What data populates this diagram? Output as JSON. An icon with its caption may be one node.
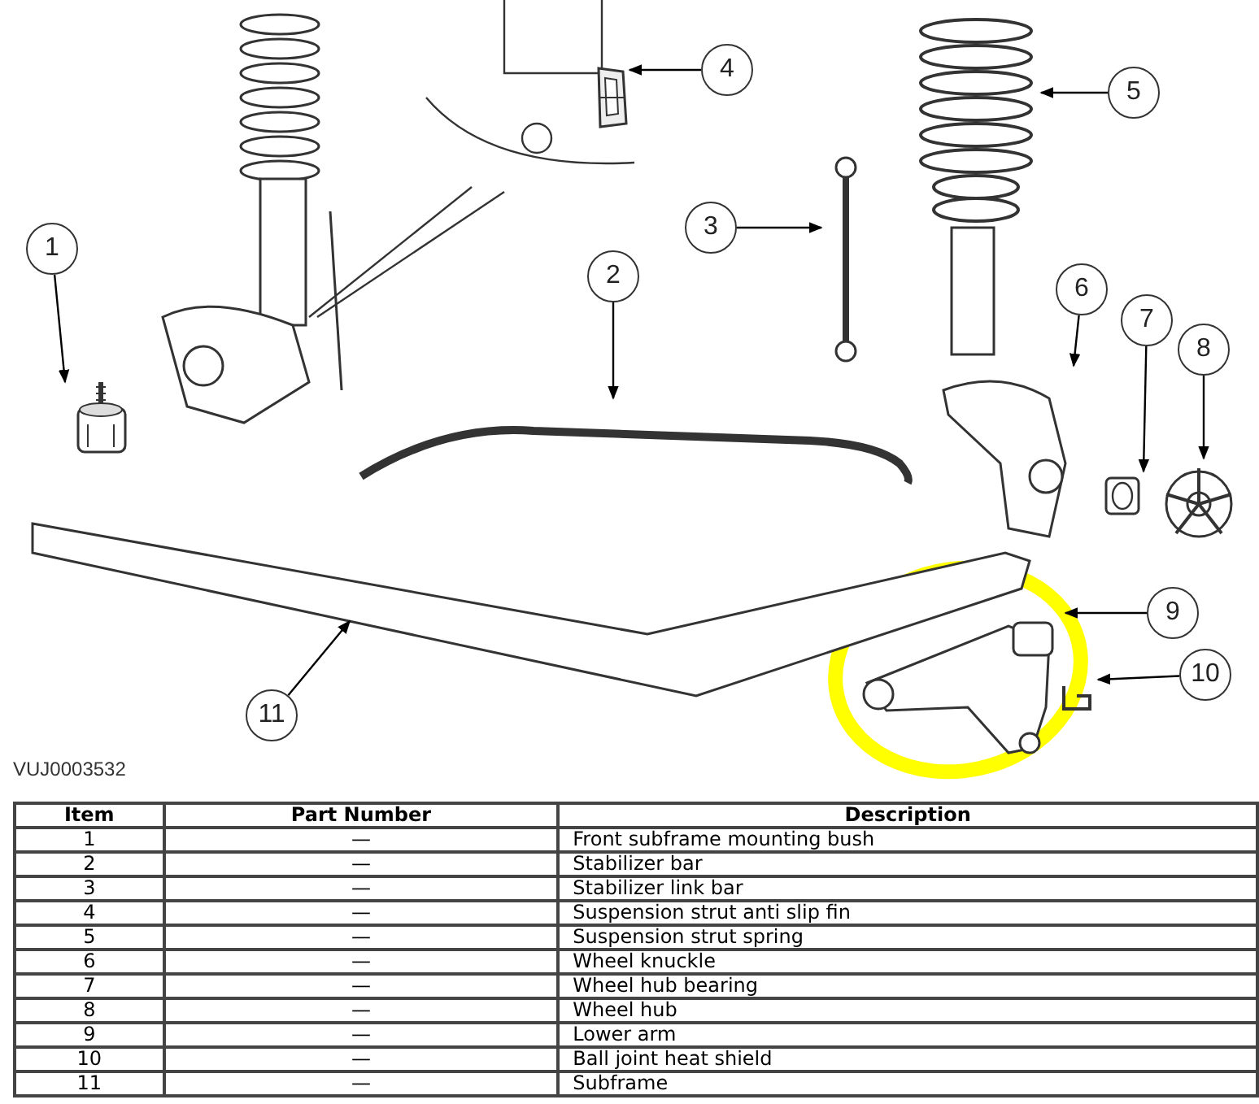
{
  "diagram": {
    "nodes": [
      {
        "text": [
          "1"
        ]
      },
      {
        "text": [
          "2"
        ]
      },
      {
        "text": [
          "3"
        ]
      },
      {
        "text": [
          "4"
        ]
      },
      {
        "text": [
          "5"
        ]
      },
      {
        "text": [
          "6"
        ]
      },
      {
        "text": [
          "7"
        ]
      },
      {
        "text": [
          "8"
        ]
      },
      {
        "text": [
          "9"
        ]
      },
      {
        "text": [
          "10"
        ]
      },
      {
        "text": [
          "11"
        ]
      },
      {
        "text": [],
        "shape": "picture"
      },
      {
        "text": [],
        "shape": "picture"
      },
      {
        "text": [],
        "shape": "picture"
      },
      {
        "text": [],
        "shape": "picture"
      },
      {
        "text": [],
        "shape": "picture"
      },
      {
        "text": [],
        "shape": "picture"
      },
      {
        "text": [],
        "shape": "picture"
      },
      {
        "text": [],
        "shape": "picture"
      },
      {
        "text": [],
        "shape": "picture"
      },
      {
        "text": [],
        "shape": "picture"
      },
      {
        "text": [],
        "shape": "picture"
      }
    ],
    "edges": [
      {
        "from": 0,
        "to": 11,
        "arrow": "to"
      },
      {
        "from": 1,
        "to": 12,
        "arrow": "to"
      },
      {
        "from": 2,
        "to": 13,
        "arrow": "to"
      },
      {
        "from": 3,
        "to": 14,
        "arrow": "to"
      },
      {
        "from": 4,
        "to": 15,
        "arrow": "to"
      },
      {
        "from": 5,
        "to": 16,
        "arrow": "to"
      },
      {
        "from": 6,
        "to": 17,
        "arrow": "to"
      },
      {
        "from": 7,
        "to": 18,
        "arrow": "to"
      },
      {
        "from": 8,
        "to": 19,
        "arrow": "to"
      },
      {
        "from": 9,
        "to": 20,
        "arrow": "to"
      },
      {
        "from": 10,
        "to": 21,
        "arrow": "to"
      }
    ],
    "labels": [
      "VUJ0003532",
      "Item",
      "Part Number",
      "Description",
      "1",
      "—",
      "Front subframe mounting bush",
      "2",
      "—",
      "Stabilizer bar",
      "3",
      "—",
      "Stabilizer link bar",
      "4",
      "—",
      "Suspension strut anti slip fin",
      "5",
      "—",
      "Suspension strut spring",
      "6",
      "—",
      "Wheel knuckle",
      "7",
      "—",
      "Wheel hub bearing",
      "8",
      "—",
      "Wheel hub",
      "9",
      "—",
      "Lower arm",
      "10",
      "—",
      "Ball joint heat shield",
      "11",
      "—",
      "Subframe"
    ]
  }
}
